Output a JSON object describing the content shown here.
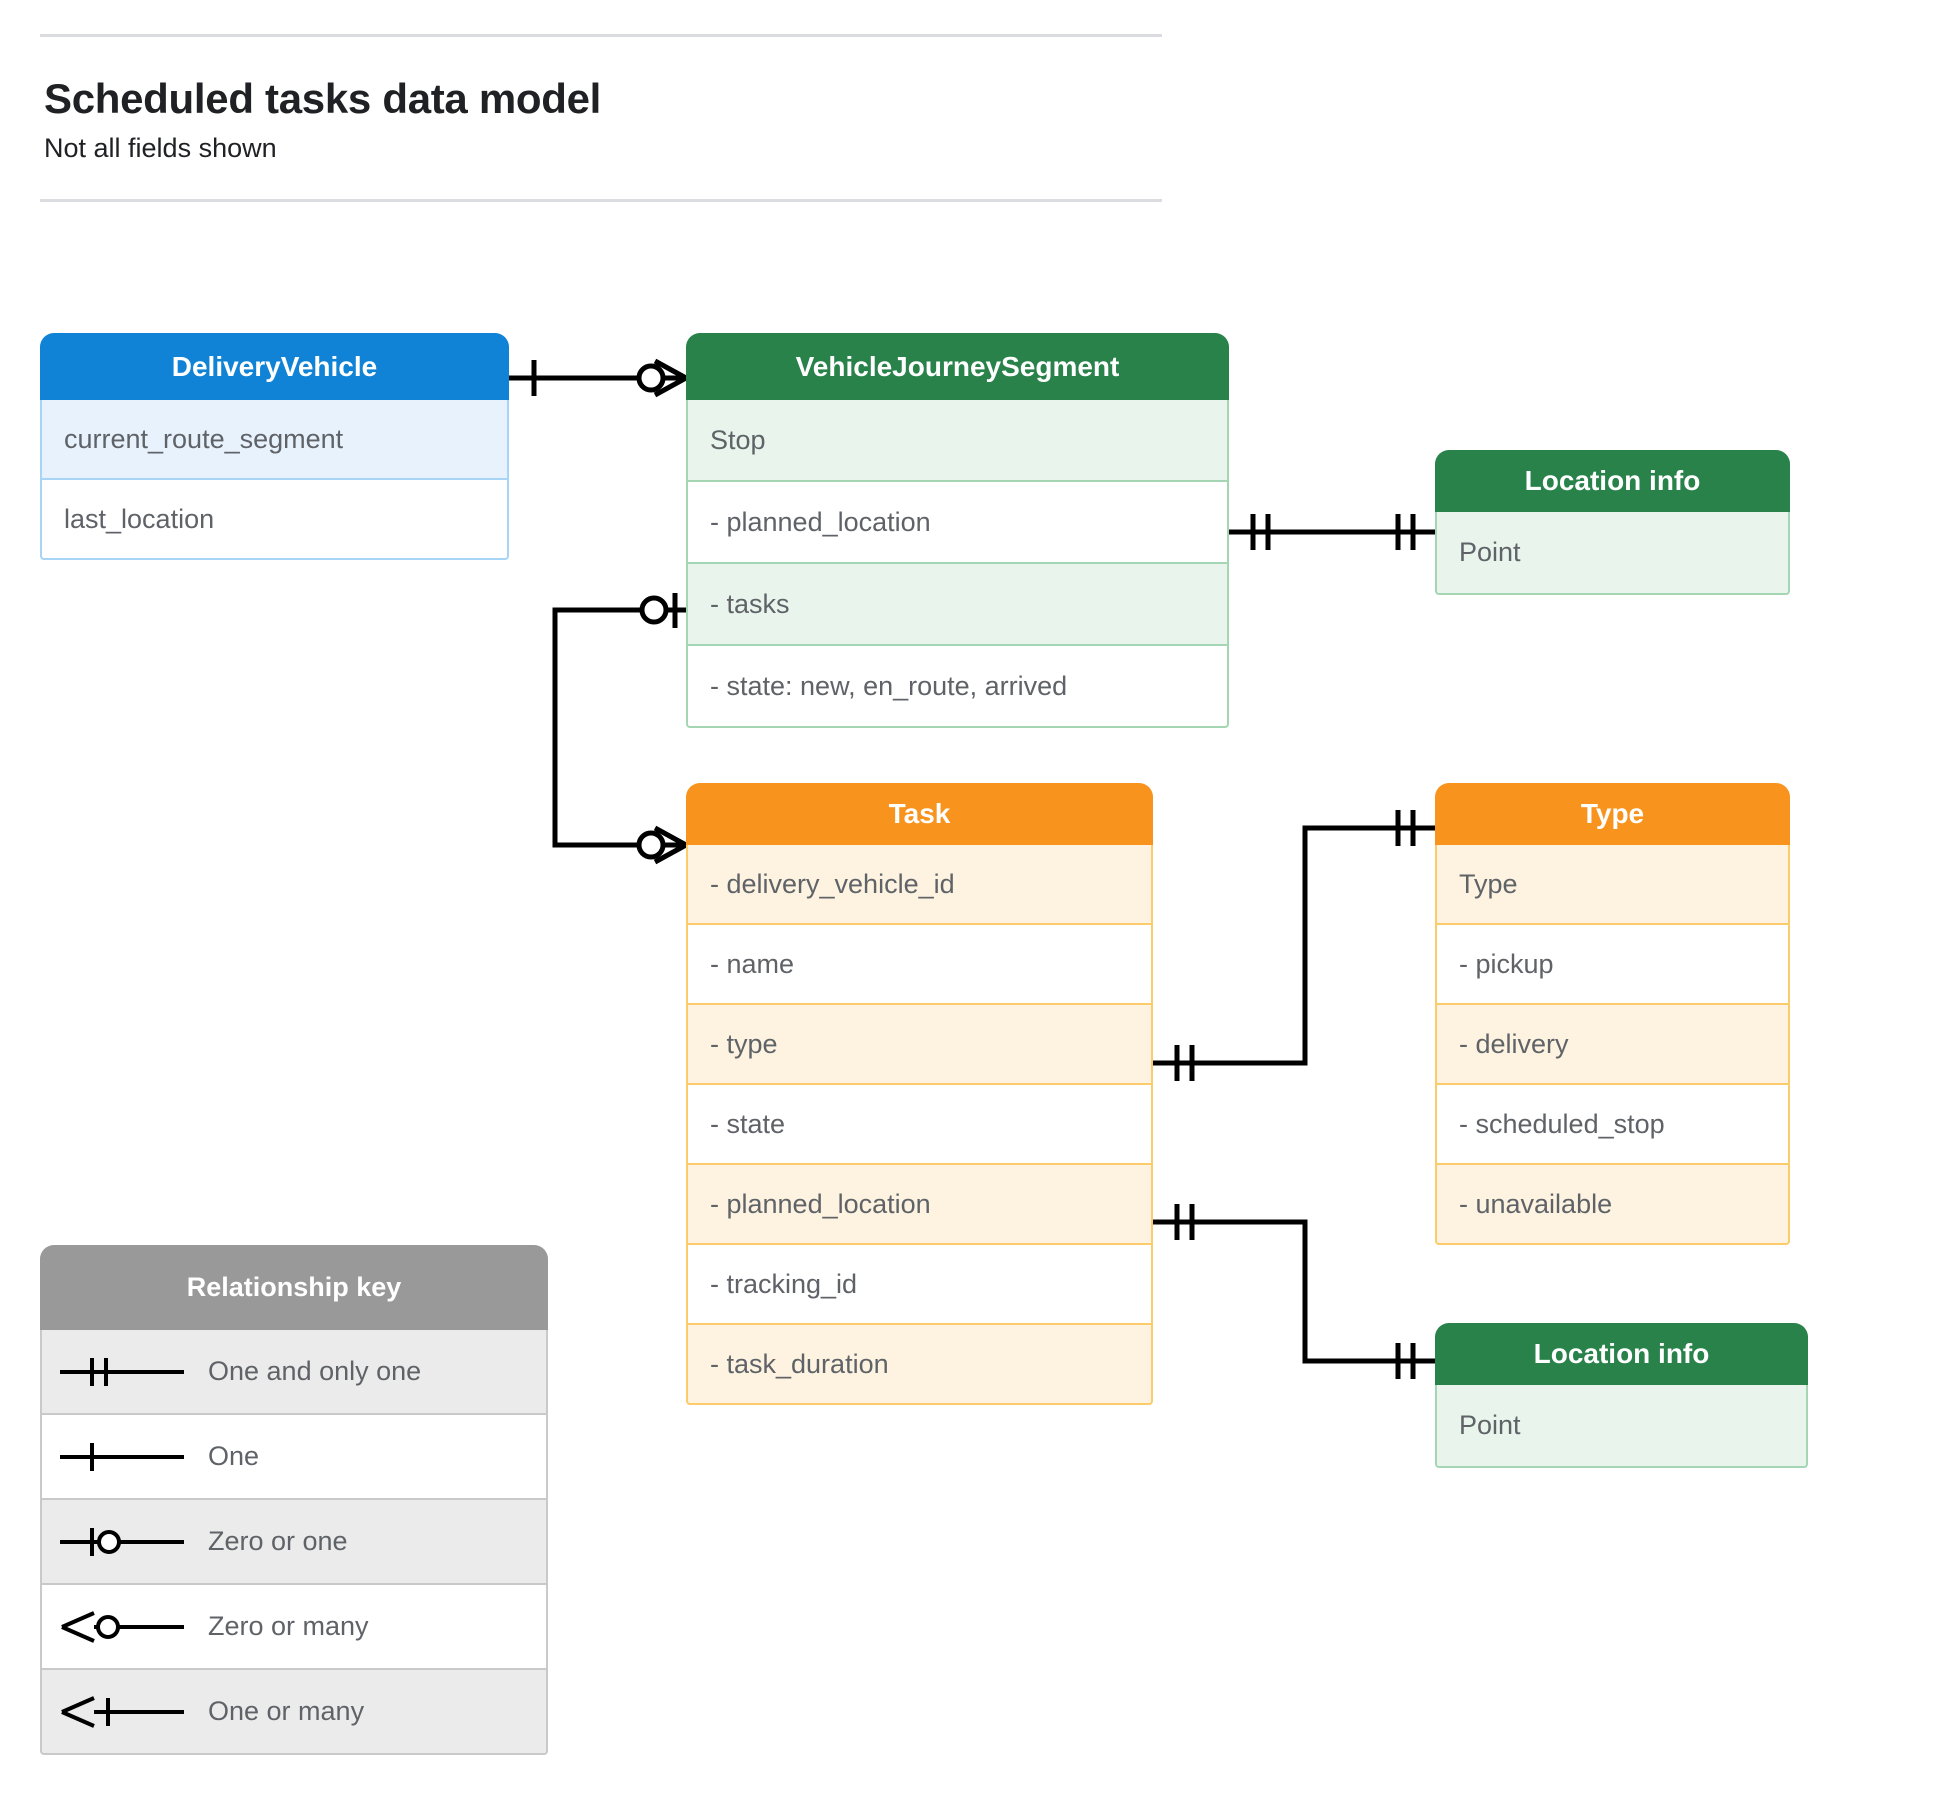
{
  "header": {
    "title": "Scheduled tasks data model",
    "subtitle": "Not all fields shown"
  },
  "colors": {
    "blue_header": "#1083d6",
    "blue_row": "#e8f2fd",
    "blue_border": "#a8d4f5",
    "green_header": "#28824a",
    "green_row": "#e9f4ec",
    "green_border": "#a5d6b3",
    "orange_header": "#f8941d",
    "orange_row": "#fdf3e0",
    "orange_border": "#fccb6a",
    "gray_header": "#999999",
    "gray_row": "#ebebeb",
    "line": "#000000",
    "rule": "#dadce0",
    "text": "#5f6368",
    "title_text": "#202124"
  },
  "entities": {
    "delivery_vehicle": {
      "title": "DeliveryVehicle",
      "rows": [
        "current_route_segment",
        "last_location"
      ]
    },
    "vehicle_journey_segment": {
      "title": "VehicleJourneySegment",
      "rows": [
        "Stop",
        "-  planned_location",
        "- tasks",
        "- state: new, en_route, arrived"
      ]
    },
    "location_info_top": {
      "title": "Location info",
      "rows": [
        "Point"
      ]
    },
    "task": {
      "title": "Task",
      "rows": [
        "- delivery_vehicle_id",
        "- name",
        "- type",
        "- state",
        "- planned_location",
        "- tracking_id",
        "- task_duration"
      ]
    },
    "type": {
      "title": "Type",
      "rows": [
        "Type",
        "-  pickup",
        "-  delivery",
        "-  scheduled_stop",
        "-  unavailable"
      ]
    },
    "location_info_bottom": {
      "title": "Location info",
      "rows": [
        "Point"
      ]
    }
  },
  "legend": {
    "title": "Relationship key",
    "items": [
      {
        "symbol": "one-and-only-one",
        "label": "One and only one"
      },
      {
        "symbol": "one",
        "label": "One"
      },
      {
        "symbol": "zero-or-one",
        "label": "Zero or one"
      },
      {
        "symbol": "zero-or-many",
        "label": "Zero or many"
      },
      {
        "symbol": "one-or-many",
        "label": "One or many"
      }
    ]
  },
  "relationships": [
    {
      "from": "DeliveryVehicle",
      "to": "VehicleJourneySegment",
      "from_cardinality": "one",
      "to_cardinality": "zero-or-many"
    },
    {
      "from": "VehicleJourneySegment.- tasks",
      "to": "Task",
      "from_cardinality": "zero-or-one",
      "to_cardinality": "zero-or-many"
    },
    {
      "from": "VehicleJourneySegment.-  planned_location",
      "to": "Location info",
      "from_cardinality": "one-and-only-one",
      "to_cardinality": "one-and-only-one"
    },
    {
      "from": "Task.- type",
      "to": "Type",
      "from_cardinality": "one-and-only-one",
      "to_cardinality": "one-and-only-one"
    },
    {
      "from": "Task.- planned_location",
      "to": "Location info",
      "from_cardinality": "one-and-only-one",
      "to_cardinality": "one-and-only-one"
    }
  ]
}
